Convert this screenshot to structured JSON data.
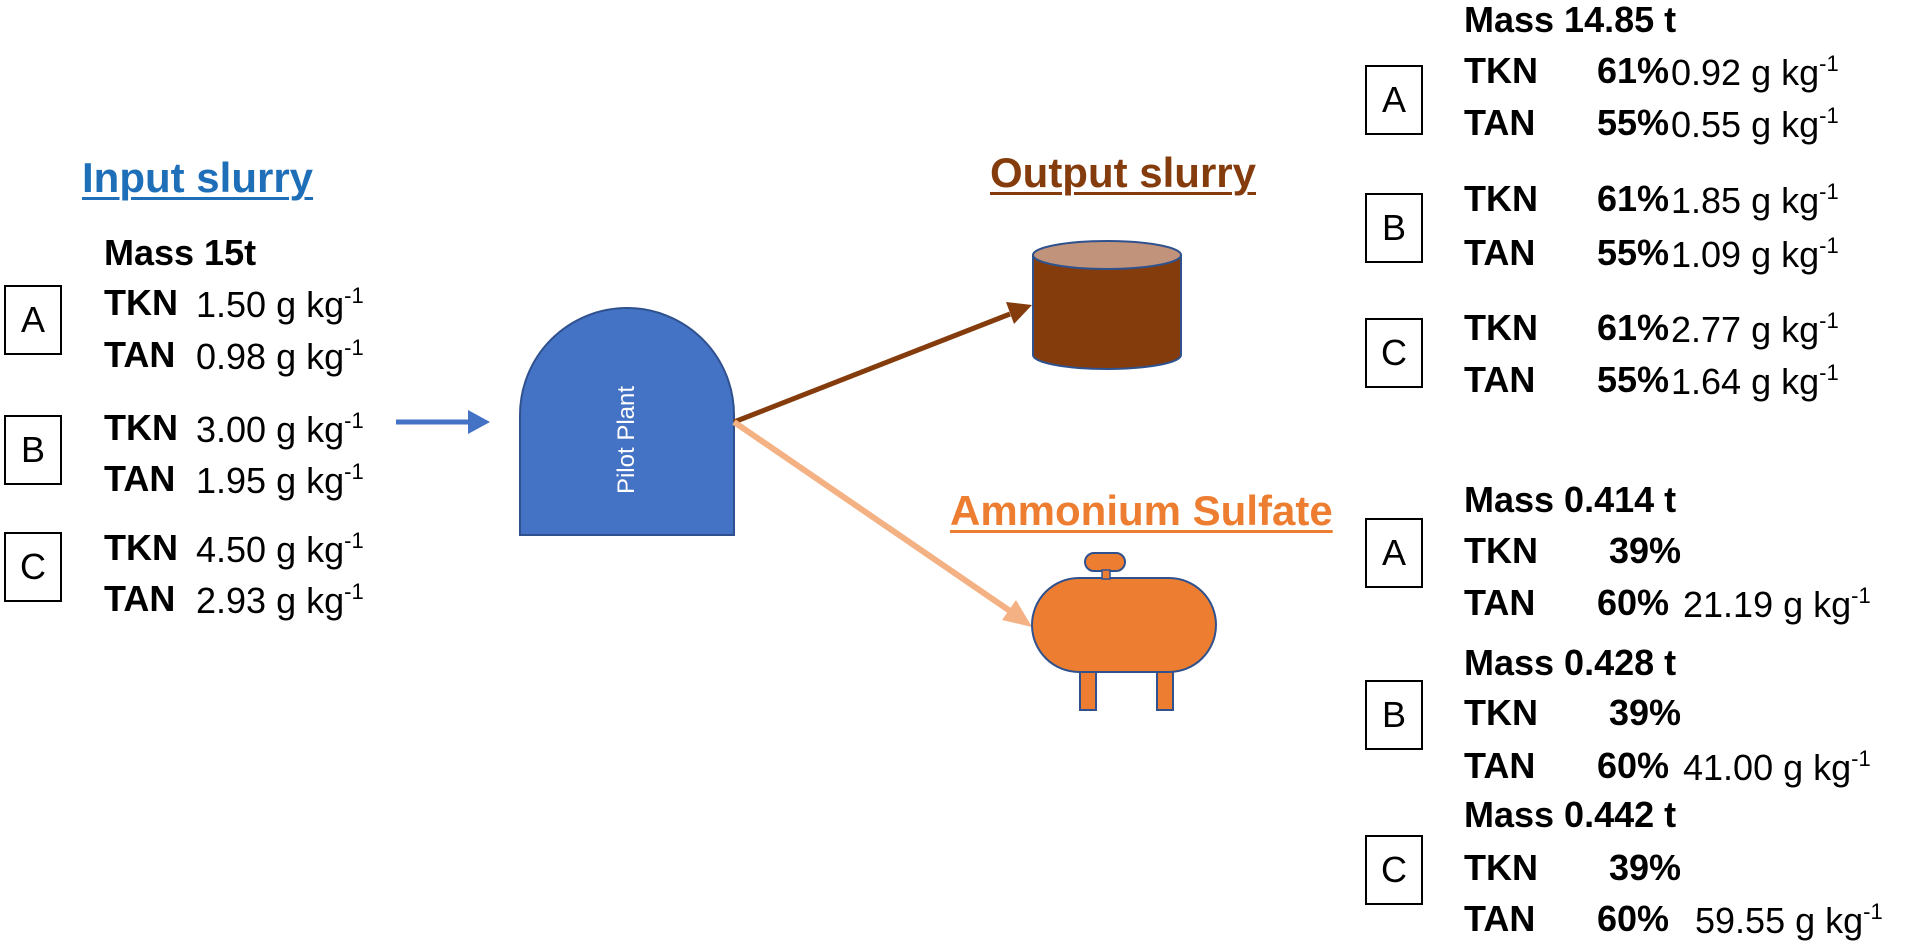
{
  "colors": {
    "input_title": "#1f6fb8",
    "output_title": "#843c0c",
    "ammonium_title": "#ed7d31",
    "plant_fill": "#4472c4",
    "slurry_tank": "#843c0c",
    "slurry_top": "#c0937a",
    "sulfate_tank": "#ed7d31",
    "arrow_input": "#4472c4",
    "arrow_output": "#843c0c",
    "arrow_sulfate": "#f4b183"
  },
  "plant_label": "Pilot Plant",
  "input": {
    "title": "Input slurry",
    "mass_label": "Mass 15t",
    "rows": [
      {
        "box": "A",
        "tkn_label": "TKN",
        "tkn_value": "1.50 g kg",
        "tan_label": "TAN",
        "tan_value": "0.98 g kg",
        "exp": "-1"
      },
      {
        "box": "B",
        "tkn_label": "TKN",
        "tkn_value": "3.00 g kg",
        "tan_label": "TAN",
        "tan_value": "1.95 g kg",
        "exp": "-1"
      },
      {
        "box": "C",
        "tkn_label": "TKN",
        "tkn_value": "4.50 g kg",
        "tan_label": "TAN",
        "tan_value": "2.93 g kg",
        "exp": "-1"
      }
    ]
  },
  "output": {
    "title": "Output slurry",
    "mass_label": "Mass 14.85 t",
    "rows": [
      {
        "box": "A",
        "tkn_label": "TKN",
        "tkn_pct": "61%",
        "tkn_value": "0.92 g kg",
        "tan_label": "TAN",
        "tan_pct": "55%",
        "tan_value": "0.55 g kg",
        "exp": "-1"
      },
      {
        "box": "B",
        "tkn_label": "TKN",
        "tkn_pct": "61%",
        "tkn_value": "1.85 g kg",
        "tan_label": "TAN",
        "tan_pct": "55%",
        "tan_value": "1.09 g kg",
        "exp": "-1"
      },
      {
        "box": "C",
        "tkn_label": "TKN",
        "tkn_pct": "61%",
        "tkn_value": "2.77 g kg",
        "tan_label": "TAN",
        "tan_pct": "55%",
        "tan_value": "1.64 g kg",
        "exp": "-1"
      }
    ]
  },
  "ammonium": {
    "title": "Ammonium Sulfate",
    "rows": [
      {
        "box": "A",
        "mass_label": "Mass 0.414 t",
        "tkn_label": "TKN",
        "tkn_pct": "39%",
        "tan_label": "TAN",
        "tan_pct": "60%",
        "tan_value": "21.19 g kg",
        "exp": "-1"
      },
      {
        "box": "B",
        "mass_label": "Mass 0.428 t",
        "tkn_label": "TKN",
        "tkn_pct": "39%",
        "tan_label": "TAN",
        "tan_pct": "60%",
        "tan_value": "41.00 g kg",
        "exp": "-1"
      },
      {
        "box": "C",
        "mass_label": "Mass 0.442 t",
        "tkn_label": "TKN",
        "tkn_pct": "39%",
        "tan_label": "TAN",
        "tan_pct": "60%",
        "tan_value": "59.55 g kg",
        "exp": "-1"
      }
    ]
  }
}
